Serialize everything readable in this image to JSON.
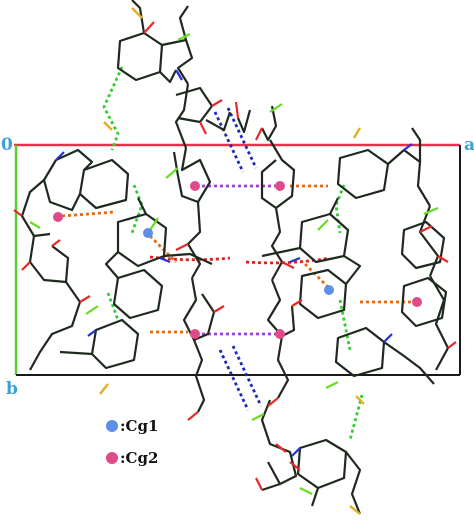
{
  "axis_labels": {
    "origin": "0",
    "a": "a",
    "b": "b"
  },
  "legend": [
    {
      "label": ":Cg1",
      "color": "#5b8fe8"
    },
    {
      "label": ":Cg2",
      "color": "#e04a8a"
    }
  ],
  "colors": {
    "axis_a": "#e8304a",
    "axis_b": "#52d030",
    "cell": "#1a1a1a",
    "bond": "#1f2a1f",
    "oxygen": "#e82828",
    "nitrogen": "#2233cc",
    "sulfur": "#e0b020",
    "fluorine": "#66dd22",
    "hbond_green": "#33cc33",
    "hbond_blue": "#1a2ab8",
    "hbond_red": "#e02020",
    "cg_orange": "#e26a10",
    "cg_purple": "#a040d0"
  }
}
